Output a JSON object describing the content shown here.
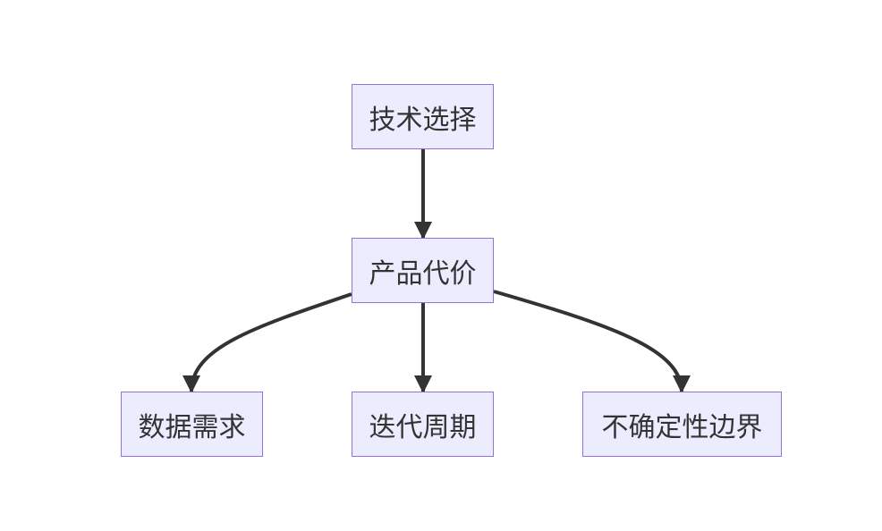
{
  "nodes": {
    "tech_choice": "技术选择",
    "product_cost": "产品代价",
    "data_needs": "数据需求",
    "iteration_cycle": "迭代周期",
    "uncertainty_boundary": "不确定性边界"
  },
  "colors": {
    "node_fill": "#ececff",
    "node_border": "#9370db",
    "edge": "#333333",
    "text": "#333333"
  }
}
